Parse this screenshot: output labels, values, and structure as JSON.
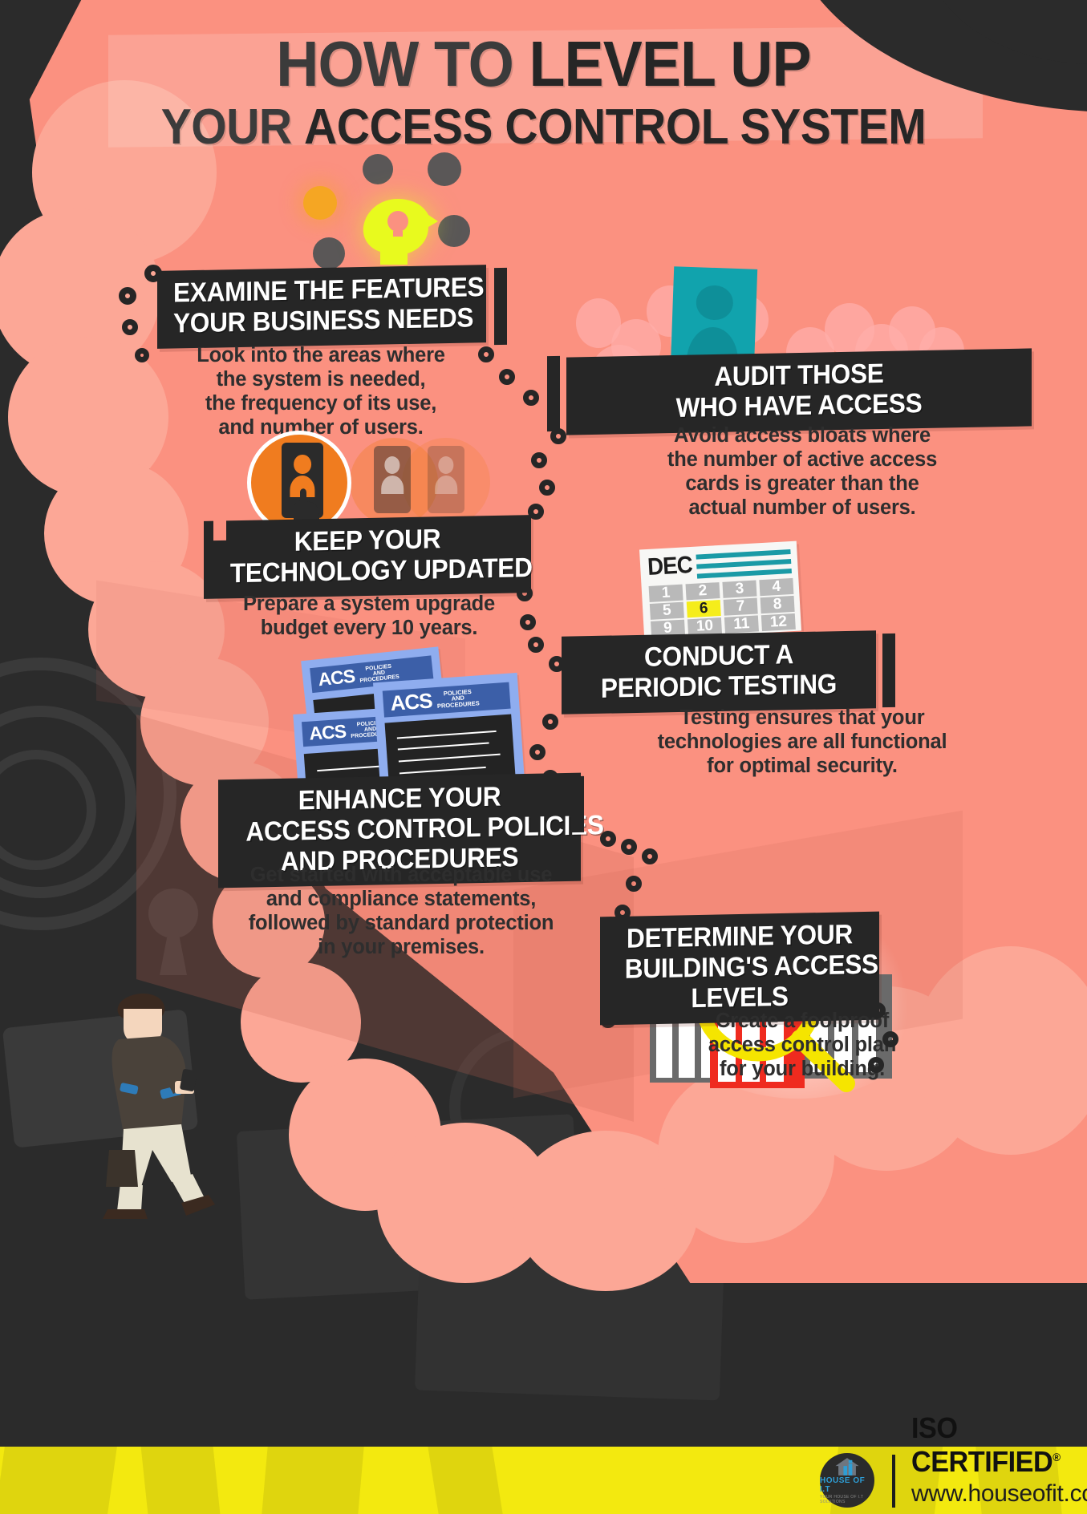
{
  "header": {
    "line1_light": "HOW TO ",
    "line1_bold": "LEVEL UP",
    "line2_light": "YOUR ",
    "line2_bold": "ACCESS CONTROL SYSTEM"
  },
  "steps": [
    {
      "id": "examine-features",
      "title_lines": [
        "EXAMINE THE FEATURES",
        "YOUR BUSINESS NEEDS"
      ],
      "body": "Look into the areas where\nthe system is needed,\nthe frequency of its use,\nand number of users.",
      "icon": "lightbulb-head-icon"
    },
    {
      "id": "audit-access",
      "title_lines": [
        "AUDIT THOSE",
        "WHO HAVE ACCESS"
      ],
      "body": "Avoid access bloats where\nthe number of active access\ncards is greater than the\nactual number of users.",
      "icon": "id-card-icon"
    },
    {
      "id": "keep-technology-updated",
      "title_lines": [
        "KEEP YOUR",
        "TECHNOLOGY UPDATED"
      ],
      "body": "Prepare a system upgrade\nbudget every 10 years.",
      "icon": "card-reader-icon"
    },
    {
      "id": "periodic-testing",
      "title_lines": [
        "CONDUCT A",
        "PERIODIC TESTING"
      ],
      "body": "Testing ensures that your\ntechnologies are all functional\nfor optimal security.",
      "icon": "calendar-icon"
    },
    {
      "id": "enhance-policies",
      "title_lines": [
        "ENHANCE YOUR",
        "ACCESS CONTROL POLICIES",
        "AND PROCEDURES"
      ],
      "body": "Get started with acceptable use\nand compliance statements,\nfollowed by standard protection\nin your premises.",
      "icon": "policy-documents-icon"
    },
    {
      "id": "building-access-levels",
      "title_lines": [
        "DETERMINE YOUR",
        "BUILDING'S ACCESS",
        "LEVELS"
      ],
      "body": "Create a foolproof\naccess control plan\nfor your building.",
      "icon": "magnifier-buildings-icon"
    }
  ],
  "calendar": {
    "month": "DEC",
    "days": [
      "1",
      "2",
      "3",
      "4",
      "5",
      "6",
      "7",
      "8",
      "9",
      "10",
      "11",
      "12"
    ],
    "highlighted": "6"
  },
  "documents": {
    "acs_label": "ACS",
    "sub_lines": [
      "POLICIES",
      "AND",
      "PROCEDURES"
    ]
  },
  "footer": {
    "logo_name": "HOUSE OF I.T",
    "logo_tagline": "YOUR HOUSE OF I.T SOLUTIONS",
    "iso": "ISO CERTIFIED",
    "iso_mark": "®",
    "url": "www.houseofit.com.au"
  },
  "colors": {
    "background_pink": "#fb9180",
    "dark": "#2b2b2b",
    "banner": "#262626",
    "teal": "#11a3ad",
    "yellow": "#f3e90f",
    "highlight_yellow": "#f5ed1b",
    "doc_blue": "#8fadef",
    "doc_band": "#3c5fa8",
    "orange": "#f07c1f",
    "red": "#ef2b1f",
    "bulb_green": "#e8fa1e"
  }
}
